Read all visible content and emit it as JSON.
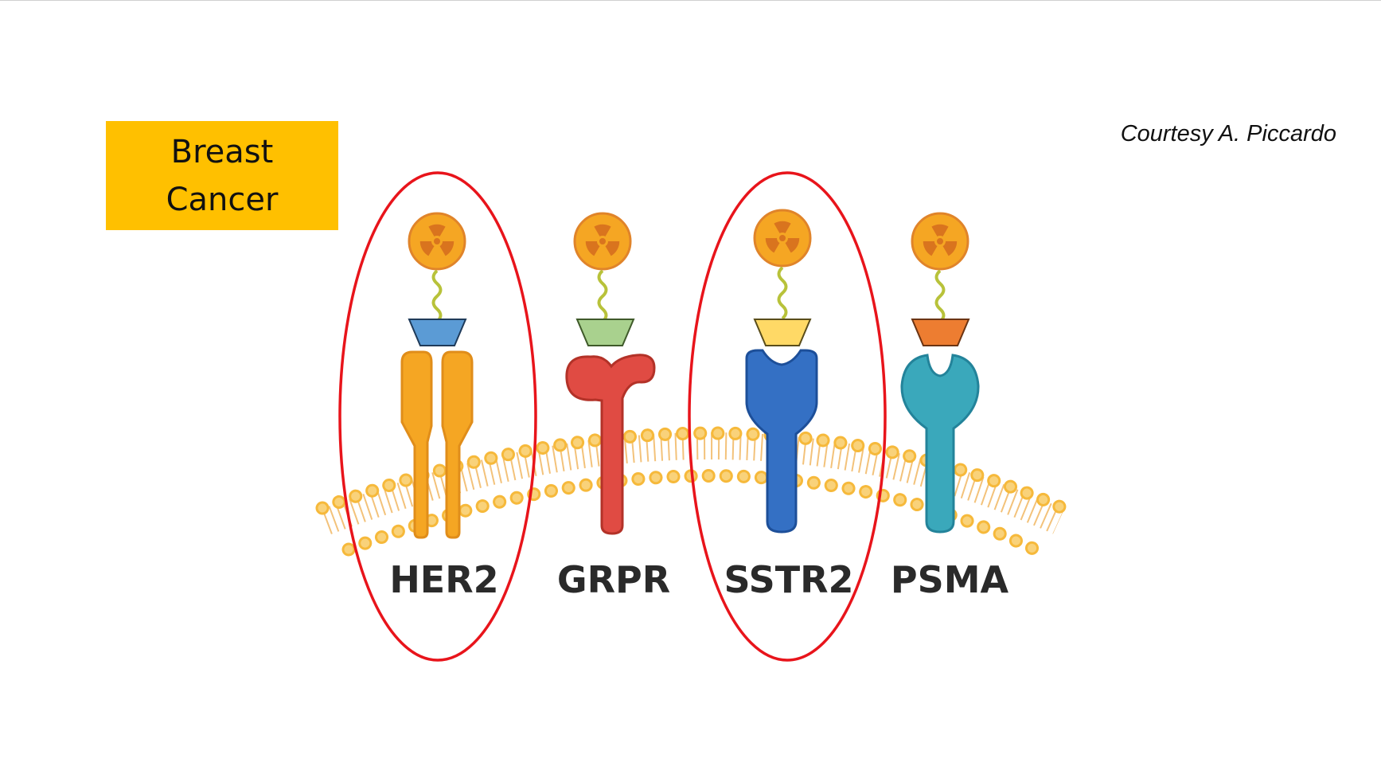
{
  "slide": {
    "title_line1": "Breast",
    "title_line2": "Cancer",
    "credit": "Courtesy A. Piccardo"
  },
  "receptors": [
    {
      "label": "HER2",
      "color": "#f5a623",
      "ligand_color": "#5b9bd5",
      "highlighted": true
    },
    {
      "label": "GRPR",
      "color": "#e04b43",
      "ligand_color": "#a9d18e",
      "highlighted": false
    },
    {
      "label": "SSTR2",
      "color": "#3470c4",
      "ligand_color": "#ffd966",
      "highlighted": true
    },
    {
      "label": "PSMA",
      "color": "#3aa8bb",
      "ligand_color": "#ed7d31",
      "highlighted": false
    }
  ],
  "colors": {
    "highlight_ring": "#e8141b",
    "radionuclide": "#f5a623",
    "linker": "#b8c23a",
    "membrane": "#f6b93b"
  },
  "icons": [
    "radiation-icon"
  ]
}
